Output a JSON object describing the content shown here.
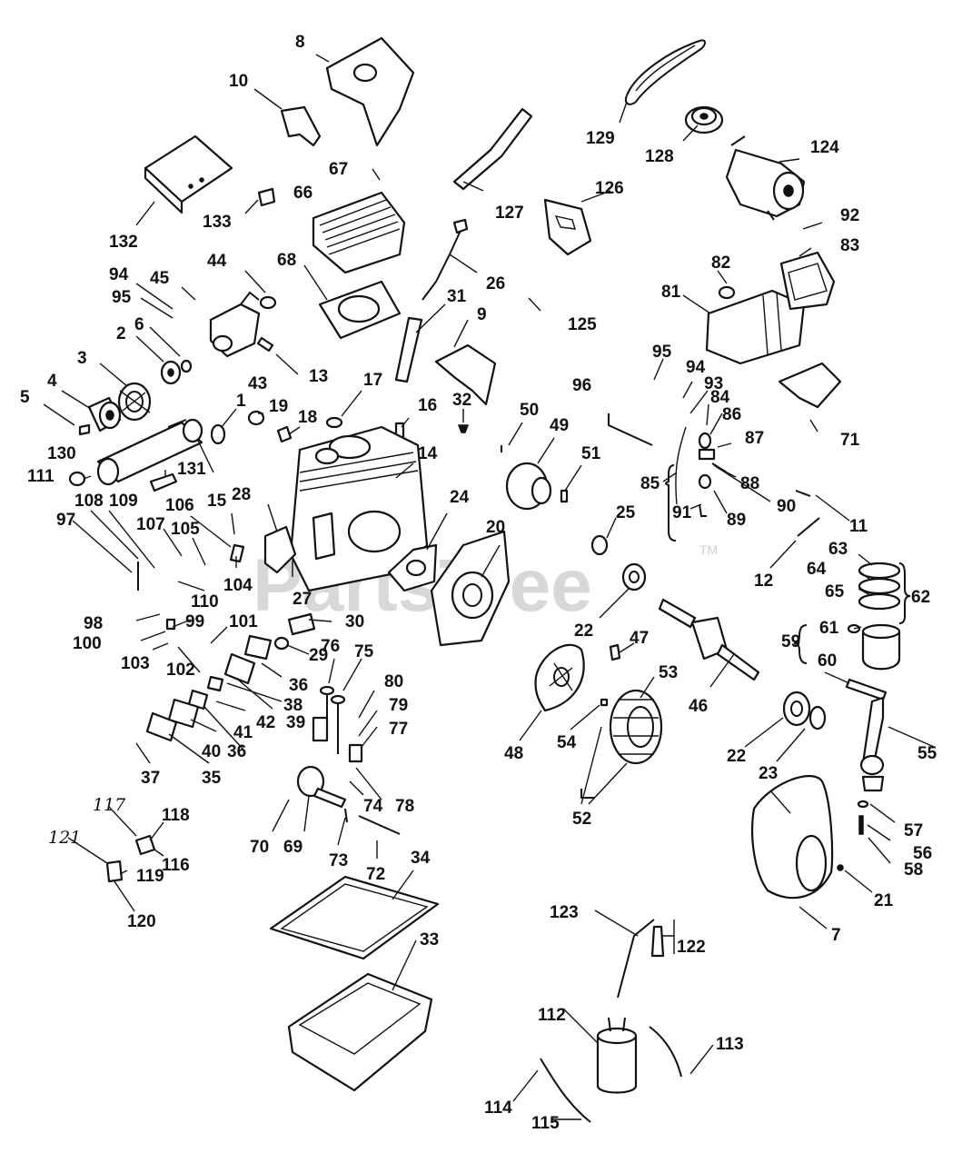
{
  "watermark": {
    "text": "PartsTree",
    "tm": "TM"
  },
  "callouts": [
    {
      "n": "8"
    },
    {
      "n": "10"
    },
    {
      "n": "129"
    },
    {
      "n": "128"
    },
    {
      "n": "124"
    },
    {
      "n": "132"
    },
    {
      "n": "133"
    },
    {
      "n": "67"
    },
    {
      "n": "66"
    },
    {
      "n": "127"
    },
    {
      "n": "126"
    },
    {
      "n": "92"
    },
    {
      "n": "83"
    },
    {
      "n": "94"
    },
    {
      "n": "45"
    },
    {
      "n": "44"
    },
    {
      "n": "68"
    },
    {
      "n": "26"
    },
    {
      "n": "82"
    },
    {
      "n": "81"
    },
    {
      "n": "95"
    },
    {
      "n": "31"
    },
    {
      "n": "125"
    },
    {
      "n": "2"
    },
    {
      "n": "6"
    },
    {
      "n": "9"
    },
    {
      "n": "3"
    },
    {
      "n": "43"
    },
    {
      "n": "13"
    },
    {
      "n": "95"
    },
    {
      "n": "94"
    },
    {
      "n": "96"
    },
    {
      "n": "93"
    },
    {
      "n": "84"
    },
    {
      "n": "86"
    },
    {
      "n": "87"
    },
    {
      "n": "71"
    },
    {
      "n": "17"
    },
    {
      "n": "5"
    },
    {
      "n": "4"
    },
    {
      "n": "1"
    },
    {
      "n": "19"
    },
    {
      "n": "18"
    },
    {
      "n": "16"
    },
    {
      "n": "32"
    },
    {
      "n": "50"
    },
    {
      "n": "49"
    },
    {
      "n": "130"
    },
    {
      "n": "14"
    },
    {
      "n": "51"
    },
    {
      "n": "85"
    },
    {
      "n": "88"
    },
    {
      "n": "111"
    },
    {
      "n": "131"
    },
    {
      "n": "90"
    },
    {
      "n": "108"
    },
    {
      "n": "109"
    },
    {
      "n": "106"
    },
    {
      "n": "15"
    },
    {
      "n": "28"
    },
    {
      "n": "91"
    },
    {
      "n": "89"
    },
    {
      "n": "11"
    },
    {
      "n": "97"
    },
    {
      "n": "107"
    },
    {
      "n": "105"
    },
    {
      "n": "24"
    },
    {
      "n": "20"
    },
    {
      "n": "25"
    },
    {
      "n": "104"
    },
    {
      "n": "63"
    },
    {
      "n": "12"
    },
    {
      "n": "64"
    },
    {
      "n": "110"
    },
    {
      "n": "27"
    },
    {
      "n": "65"
    },
    {
      "n": "62"
    },
    {
      "n": "98"
    },
    {
      "n": "99"
    },
    {
      "n": "101"
    },
    {
      "n": "30"
    },
    {
      "n": "61"
    },
    {
      "n": "100"
    },
    {
      "n": "22"
    },
    {
      "n": "59"
    },
    {
      "n": "47"
    },
    {
      "n": "103"
    },
    {
      "n": "29"
    },
    {
      "n": "76"
    },
    {
      "n": "75"
    },
    {
      "n": "60"
    },
    {
      "n": "102"
    },
    {
      "n": "36"
    },
    {
      "n": "53"
    },
    {
      "n": "38"
    },
    {
      "n": "80"
    },
    {
      "n": "39"
    },
    {
      "n": "42"
    },
    {
      "n": "41"
    },
    {
      "n": "46"
    },
    {
      "n": "79"
    },
    {
      "n": "77"
    },
    {
      "n": "40"
    },
    {
      "n": "36"
    },
    {
      "n": "48"
    },
    {
      "n": "54"
    },
    {
      "n": "55"
    },
    {
      "n": "22"
    },
    {
      "n": "37"
    },
    {
      "n": "35"
    },
    {
      "n": "23"
    },
    {
      "n": "74"
    },
    {
      "n": "78"
    },
    {
      "n": "117"
    },
    {
      "n": "118"
    },
    {
      "n": "70"
    },
    {
      "n": "69"
    },
    {
      "n": "52"
    },
    {
      "n": "57"
    },
    {
      "n": "73"
    },
    {
      "n": "56"
    },
    {
      "n": "121"
    },
    {
      "n": "116"
    },
    {
      "n": "34"
    },
    {
      "n": "72"
    },
    {
      "n": "58"
    },
    {
      "n": "119"
    },
    {
      "n": "21"
    },
    {
      "n": "120"
    },
    {
      "n": "7"
    },
    {
      "n": "123"
    },
    {
      "n": "33"
    },
    {
      "n": "122"
    },
    {
      "n": "112"
    },
    {
      "n": "113"
    },
    {
      "n": "114"
    },
    {
      "n": "115"
    }
  ]
}
